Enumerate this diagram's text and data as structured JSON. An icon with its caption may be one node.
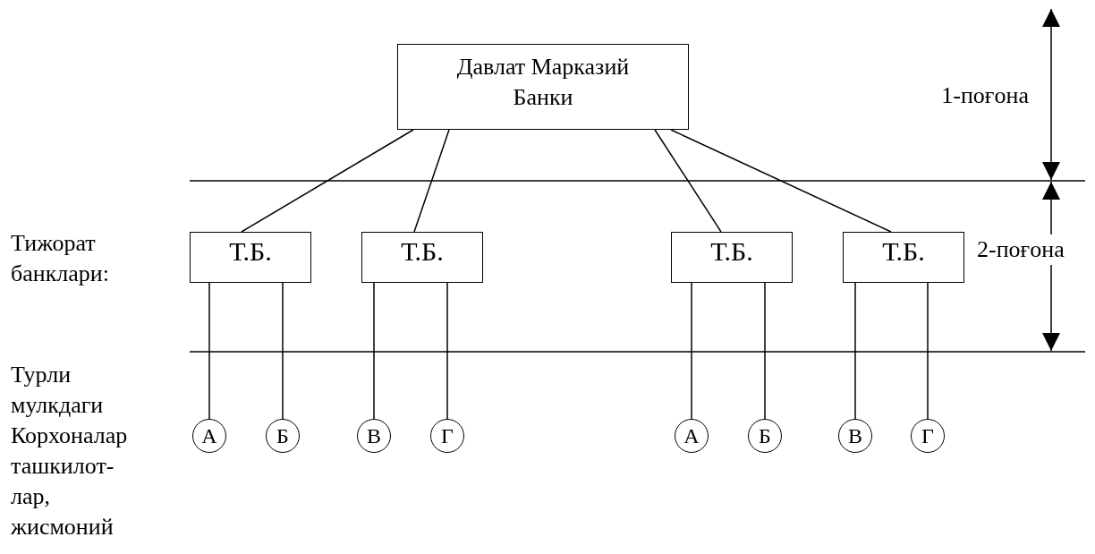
{
  "diagram": {
    "nodes": [
      {
        "text": [
          "Давлат Марказий Банки"
        ]
      },
      {
        "text": [
          "Т.Б."
        ]
      },
      {
        "text": [
          "Т.Б."
        ]
      },
      {
        "text": [
          "Т.Б."
        ]
      },
      {
        "text": [
          "Т.Б."
        ]
      },
      {
        "text": [
          "А"
        ]
      },
      {
        "text": [
          "Б"
        ]
      },
      {
        "text": [
          "В"
        ]
      },
      {
        "text": [
          "Г"
        ]
      },
      {
        "text": [
          "А"
        ]
      },
      {
        "text": [
          "Б"
        ]
      },
      {
        "text": [
          "В"
        ]
      },
      {
        "text": [
          "Г"
        ]
      }
    ],
    "edges": [
      {
        "from": 0,
        "to": 1,
        "arrow": "none"
      },
      {
        "from": 0,
        "to": 2,
        "arrow": "none"
      },
      {
        "from": 0,
        "to": 3,
        "arrow": "none"
      },
      {
        "from": 0,
        "to": 4,
        "arrow": "none"
      },
      {
        "from": 1,
        "to": 5,
        "arrow": "none"
      },
      {
        "from": 1,
        "to": 6,
        "arrow": "none"
      },
      {
        "from": 2,
        "to": 7,
        "arrow": "none"
      },
      {
        "from": 2,
        "to": 8,
        "arrow": "none"
      },
      {
        "from": 3,
        "to": 9,
        "arrow": "none"
      },
      {
        "from": 3,
        "to": 10,
        "arrow": "none"
      },
      {
        "from": 4,
        "to": 11,
        "arrow": "none"
      },
      {
        "from": 4,
        "to": 12,
        "arrow": "none"
      }
    ],
    "labels": [
      "1-поғона",
      "Тижорат банклари:",
      "2-поғона",
      "Турли мулкдаги Корхоналар ташкилот- лар, жисмоний"
    ]
  }
}
